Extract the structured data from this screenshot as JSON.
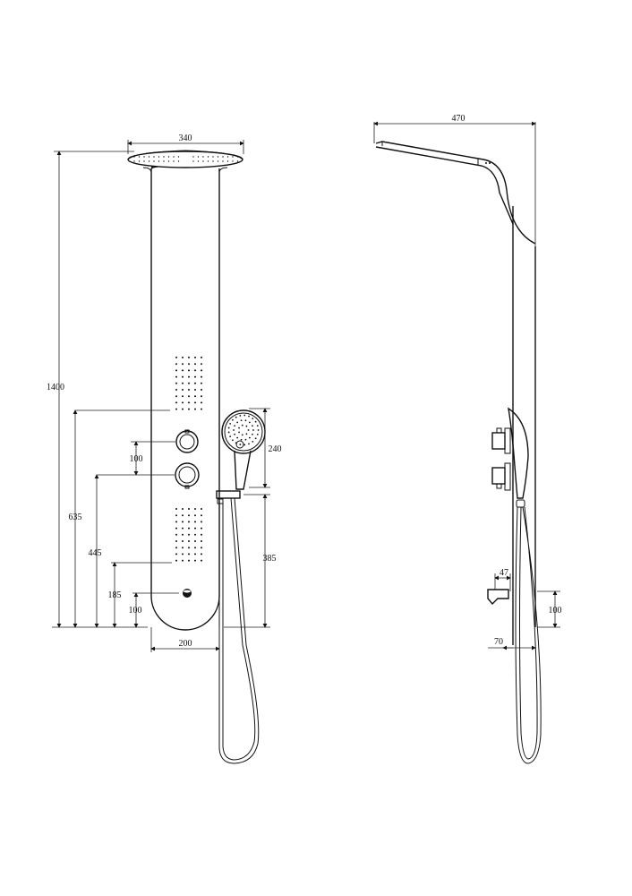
{
  "front_view": {
    "dimensions": {
      "head_width": "340",
      "total_height": "1400",
      "upper_jets_height": "635",
      "knob_spacing": "100",
      "lower_knob_height": "445",
      "lower_jets_height": "185",
      "outlet_height": "100",
      "panel_width": "200",
      "hand_shower_length": "240",
      "holder_height": "385"
    }
  },
  "side_view": {
    "dimensions": {
      "overall_depth": "470",
      "spout_projection": "47",
      "spout_height": "100",
      "panel_depth": "70"
    }
  },
  "colors": {
    "line": "#111111",
    "background": "#ffffff"
  }
}
